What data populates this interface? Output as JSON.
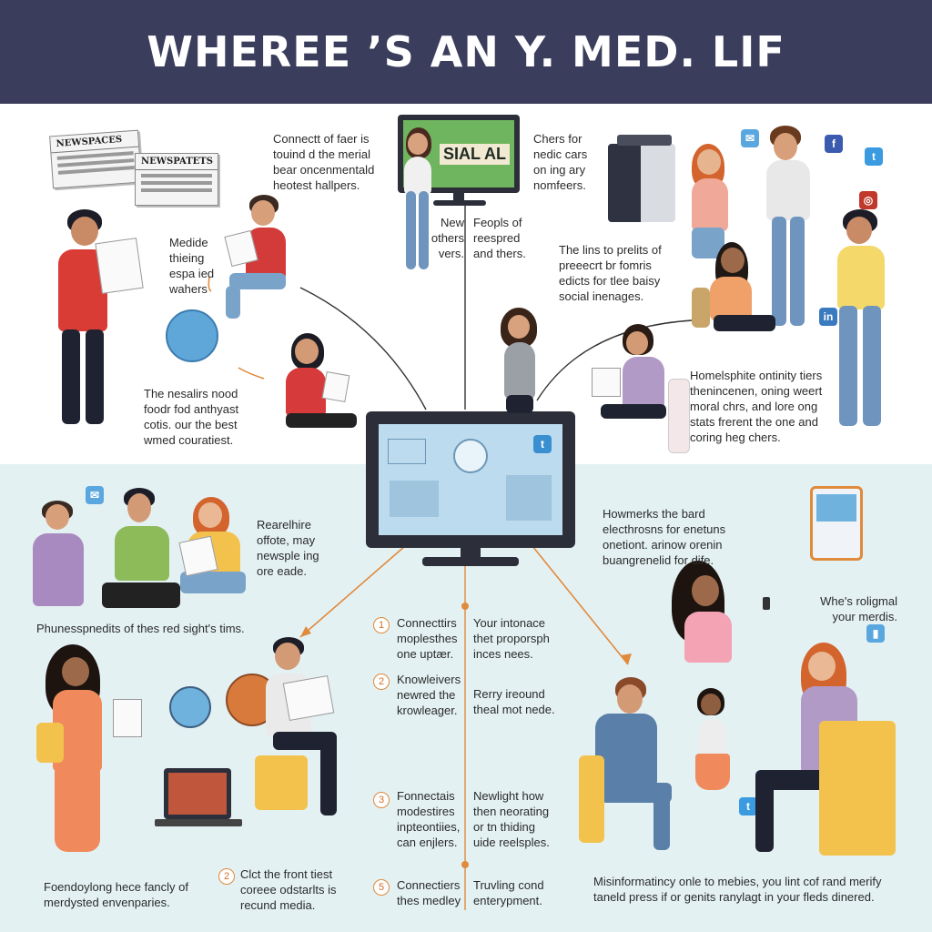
{
  "header": {
    "title": "WHEREE ’S AN Y. MED. LIF"
  },
  "colors": {
    "header_bg": "#3a3d5c",
    "title": "#ffffff",
    "upper_bg": "#ffffff",
    "lower_bg": "#e4f1f3",
    "accent": "#e08a3c",
    "line": "#333333"
  },
  "top_monitor": {
    "screen_text": "SIAL AL"
  },
  "news_labels": {
    "paper1": "NEWSPACES",
    "paper2": "NEWSPATETS"
  },
  "upper": {
    "t1": "Connectt of faer is\ntouind d the merial\nbear oncenmentald\nheotest hallpers.",
    "t2": "Chers for\nnedic cars\non ing ary\nnomfeers.",
    "t3": "Medide\nthieing\nespa ied\nwahers",
    "t4": "New\nothers\nvers.",
    "t5": "Feopls of\nreespred\nand thers.",
    "t6": "The lins to prelits of\npreeecrt br fomris\nedicts for tlee baisy\nsocial inenages.",
    "t7": "The nesalirs nood\nfoodr fod anthyast\ncotis. our the best\nwmed couratiest.",
    "t8": "Homelsphite ontinity tiers\nthenincenen, oning weert\nmoral chrs, and lore ong\nstats frerent the one and\ncoring heg chers."
  },
  "lower": {
    "t9": "Rearelhire\noffote, may\nnewsple ing\nore eade.",
    "t10": "Howmerks the bard\nelecthrosns for enetuns\nonetiont. arinow orenin\nbuangrenelid for dife.",
    "t11": "Phunesspnedits of thes red sight's tims.",
    "t12": "Whe's roligmal\nyour merdis.",
    "t13": "Foendoylong hece fancly of\nmerdysted envenparies.",
    "t14": "Clct the front tiest\ncoreee odstarlts is\nrecund media.",
    "t15": "Misinformatincy onle to mebies, you lint cof rand merify\ntaneld press if or genits ranylagt in your fleds dinered."
  },
  "steps": [
    {
      "num": "1",
      "left": "Connecttirs\nmoplesthes\none uptær.",
      "right": "Your intonace\nthet proporsph\ninces nees."
    },
    {
      "num": "2",
      "left": "Knowleivers\nnewred the\nkrowleager.",
      "right": "Rerry ireound\ntheal mot nede."
    },
    {
      "num": "3",
      "left": "Fonnectais\nmodestires\ninpteontiies,\ncan enjlers.",
      "right": "Newlight how\nthen neorating\nor tn thiding\nuide reelsples."
    },
    {
      "num": "2",
      "left": "",
      "right": ""
    },
    {
      "num": "5",
      "left": "Connectiers\nthes medley",
      "right": "Truvling cond\nenterypment."
    }
  ]
}
